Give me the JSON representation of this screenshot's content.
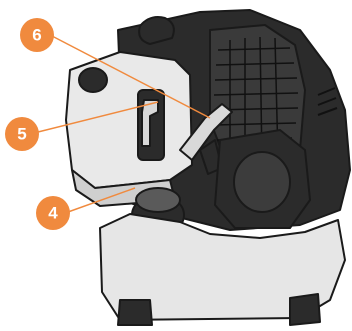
{
  "callouts": [
    {
      "id": "callout-6",
      "number": "6"
    },
    {
      "id": "callout-5",
      "number": "5"
    },
    {
      "id": "callout-4",
      "number": "4"
    }
  ],
  "colors": {
    "callout_fill": "#F08A3E",
    "leader_line": "#F08A3E",
    "outline": "#1a1a1a",
    "engine_body": "#2b2b2b",
    "engine_highlight": "#5a5a5a",
    "background": "#ffffff"
  },
  "icons": [
    "engine-illustration",
    "fuel-cap-icon",
    "choke-lever-icon",
    "starter-grip-icon"
  ]
}
